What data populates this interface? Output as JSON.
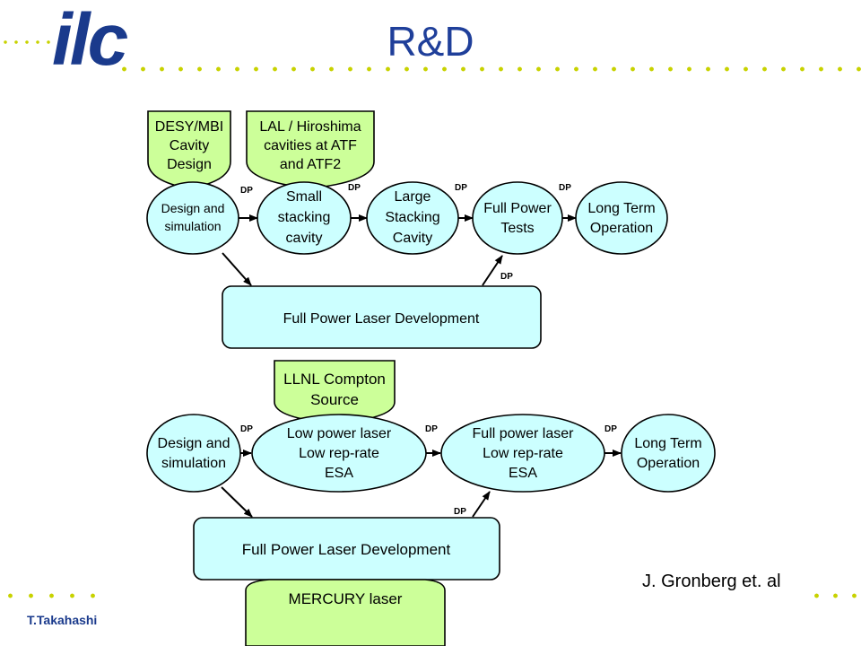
{
  "slide": {
    "logo": "ilc",
    "title": "R&D",
    "author": "T.Takahashi",
    "credit": "J. Gronberg et. al"
  },
  "colors": {
    "process_fill": "#ccffff",
    "source_fill": "#ccff99",
    "title_color": "#1f3f9a",
    "logo_color": "#1a3a8c",
    "dot_color": "#c8d200"
  },
  "diagram": {
    "dp_label": "DP",
    "top": {
      "sources": [
        [
          "DESY/MBI",
          "Cavity",
          "Design"
        ],
        [
          "LAL / Hiroshima",
          "cavities at ATF",
          "and ATF2"
        ]
      ],
      "nodes": [
        [
          "Design and",
          "simulation"
        ],
        [
          "Small",
          "stacking",
          "cavity"
        ],
        [
          "Large",
          "Stacking",
          "Cavity"
        ],
        [
          "Full Power",
          "Tests"
        ],
        [
          "Long Term",
          "Operation"
        ]
      ],
      "laser_box": "Full Power Laser Development"
    },
    "bottom": {
      "source_top": [
        "LLNL Compton",
        "Source"
      ],
      "source_bottom": "MERCURY laser",
      "nodes": [
        [
          "Design and",
          "simulation"
        ],
        [
          "Low power laser",
          "Low rep-rate",
          "ESA"
        ],
        [
          "Full power laser",
          "Low rep-rate",
          "ESA"
        ],
        [
          "Long Term",
          "Operation"
        ]
      ],
      "laser_box": "Full Power Laser Development"
    }
  }
}
